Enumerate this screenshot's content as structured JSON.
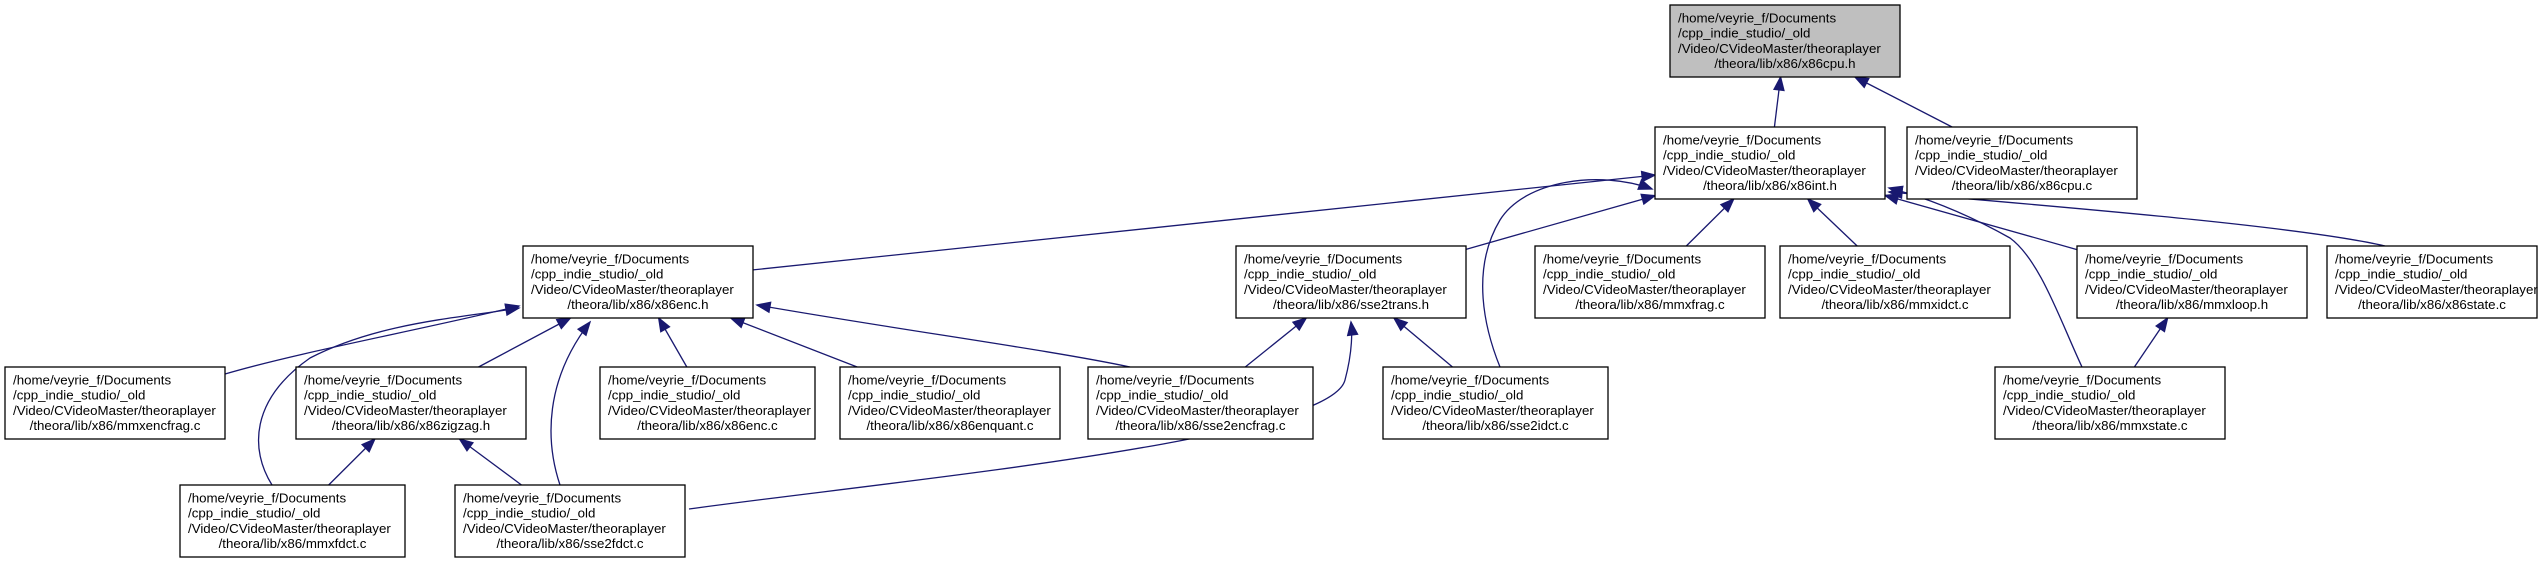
{
  "diagram": {
    "colors": {
      "edge": "#191970",
      "root_fill": "#bfbfbf",
      "node_fill": "#ffffff",
      "border": "#000000"
    },
    "nodes": [
      {
        "id": "x86cpu_h",
        "root": true,
        "lines": [
          "/home/veyrie_f/Documents",
          "/cpp_indie_studio/_old",
          "/Video/CVideoMaster/theoraplayer",
          "/theora/lib/x86/x86cpu.h"
        ]
      },
      {
        "id": "x86int_h",
        "lines": [
          "/home/veyrie_f/Documents",
          "/cpp_indie_studio/_old",
          "/Video/CVideoMaster/theoraplayer",
          "/theora/lib/x86/x86int.h"
        ]
      },
      {
        "id": "x86cpu_c",
        "lines": [
          "/home/veyrie_f/Documents",
          "/cpp_indie_studio/_old",
          "/Video/CVideoMaster/theoraplayer",
          "/theora/lib/x86/x86cpu.c"
        ]
      },
      {
        "id": "x86enc_h",
        "lines": [
          "/home/veyrie_f/Documents",
          "/cpp_indie_studio/_old",
          "/Video/CVideoMaster/theoraplayer",
          "/theora/lib/x86/x86enc.h"
        ]
      },
      {
        "id": "sse2trans_h",
        "lines": [
          "/home/veyrie_f/Documents",
          "/cpp_indie_studio/_old",
          "/Video/CVideoMaster/theoraplayer",
          "/theora/lib/x86/sse2trans.h"
        ]
      },
      {
        "id": "mmxfrag_c",
        "lines": [
          "/home/veyrie_f/Documents",
          "/cpp_indie_studio/_old",
          "/Video/CVideoMaster/theoraplayer",
          "/theora/lib/x86/mmxfrag.c"
        ]
      },
      {
        "id": "mmxidct_c",
        "lines": [
          "/home/veyrie_f/Documents",
          "/cpp_indie_studio/_old",
          "/Video/CVideoMaster/theoraplayer",
          "/theora/lib/x86/mmxidct.c"
        ]
      },
      {
        "id": "mmxloop_h",
        "lines": [
          "/home/veyrie_f/Documents",
          "/cpp_indie_studio/_old",
          "/Video/CVideoMaster/theoraplayer",
          "/theora/lib/x86/mmxloop.h"
        ]
      },
      {
        "id": "x86state_c",
        "lines": [
          "/home/veyrie_f/Documents",
          "/cpp_indie_studio/_old",
          "/Video/CVideoMaster/theoraplayer",
          "/theora/lib/x86/x86state.c"
        ]
      },
      {
        "id": "mmxencfrag_c",
        "lines": [
          "/home/veyrie_f/Documents",
          "/cpp_indie_studio/_old",
          "/Video/CVideoMaster/theoraplayer",
          "/theora/lib/x86/mmxencfrag.c"
        ]
      },
      {
        "id": "x86zigzag_h",
        "lines": [
          "/home/veyrie_f/Documents",
          "/cpp_indie_studio/_old",
          "/Video/CVideoMaster/theoraplayer",
          "/theora/lib/x86/x86zigzag.h"
        ]
      },
      {
        "id": "x86enc_c",
        "lines": [
          "/home/veyrie_f/Documents",
          "/cpp_indie_studio/_old",
          "/Video/CVideoMaster/theoraplayer",
          "/theora/lib/x86/x86enc.c"
        ]
      },
      {
        "id": "x86enquant_c",
        "lines": [
          "/home/veyrie_f/Documents",
          "/cpp_indie_studio/_old",
          "/Video/CVideoMaster/theoraplayer",
          "/theora/lib/x86/x86enquant.c"
        ]
      },
      {
        "id": "sse2encfrag_c",
        "lines": [
          "/home/veyrie_f/Documents",
          "/cpp_indie_studio/_old",
          "/Video/CVideoMaster/theoraplayer",
          "/theora/lib/x86/sse2encfrag.c"
        ]
      },
      {
        "id": "sse2idct_c",
        "lines": [
          "/home/veyrie_f/Documents",
          "/cpp_indie_studio/_old",
          "/Video/CVideoMaster/theoraplayer",
          "/theora/lib/x86/sse2idct.c"
        ]
      },
      {
        "id": "mmxstate_c",
        "lines": [
          "/home/veyrie_f/Documents",
          "/cpp_indie_studio/_old",
          "/Video/CVideoMaster/theoraplayer",
          "/theora/lib/x86/mmxstate.c"
        ]
      },
      {
        "id": "mmxfdct_c",
        "lines": [
          "/home/veyrie_f/Documents",
          "/cpp_indie_studio/_old",
          "/Video/CVideoMaster/theoraplayer",
          "/theora/lib/x86/mmxfdct.c"
        ]
      },
      {
        "id": "sse2fdct_c",
        "lines": [
          "/home/veyrie_f/Documents",
          "/cpp_indie_studio/_old",
          "/Video/CVideoMaster/theoraplayer",
          "/theora/lib/x86/sse2fdct.c"
        ]
      }
    ],
    "edges": [
      {
        "from": "x86int_h",
        "to": "x86cpu_h"
      },
      {
        "from": "x86cpu_c",
        "to": "x86cpu_h"
      },
      {
        "from": "x86enc_h",
        "to": "x86int_h"
      },
      {
        "from": "sse2trans_h",
        "to": "x86int_h"
      },
      {
        "from": "mmxfrag_c",
        "to": "x86int_h"
      },
      {
        "from": "mmxidct_c",
        "to": "x86int_h"
      },
      {
        "from": "mmxloop_h",
        "to": "x86int_h"
      },
      {
        "from": "x86state_c",
        "to": "x86int_h"
      },
      {
        "from": "sse2idct_c",
        "to": "x86int_h"
      },
      {
        "from": "mmxstate_c",
        "to": "x86int_h"
      },
      {
        "from": "mmxencfrag_c",
        "to": "x86enc_h"
      },
      {
        "from": "x86zigzag_h",
        "to": "x86enc_h"
      },
      {
        "from": "x86enc_c",
        "to": "x86enc_h"
      },
      {
        "from": "x86enquant_c",
        "to": "x86enc_h"
      },
      {
        "from": "sse2encfrag_c",
        "to": "x86enc_h"
      },
      {
        "from": "mmxfdct_c",
        "to": "x86enc_h"
      },
      {
        "from": "sse2fdct_c",
        "to": "x86enc_h"
      },
      {
        "from": "sse2encfrag_c",
        "to": "sse2trans_h"
      },
      {
        "from": "sse2idct_c",
        "to": "sse2trans_h"
      },
      {
        "from": "sse2fdct_c",
        "to": "sse2trans_h"
      },
      {
        "from": "mmxstate_c",
        "to": "mmxloop_h"
      },
      {
        "from": "mmxfdct_c",
        "to": "x86zigzag_h"
      },
      {
        "from": "sse2fdct_c",
        "to": "x86zigzag_h"
      }
    ]
  }
}
